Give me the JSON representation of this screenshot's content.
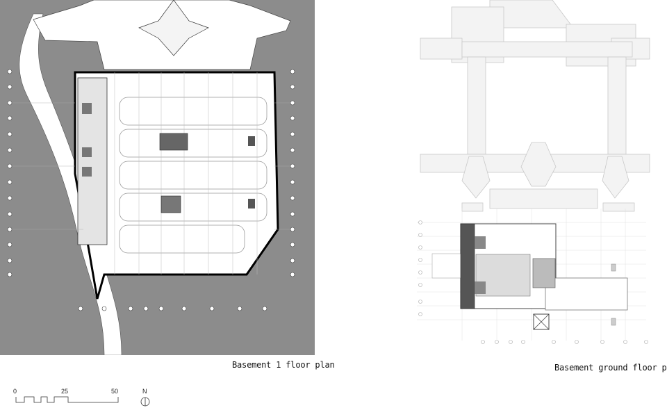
{
  "captions": {
    "left": "Basement 1 floor plan",
    "right": "Basement ground floor plan"
  },
  "scale": {
    "ticks": [
      "0",
      "25",
      "50"
    ],
    "north": "N"
  },
  "colors": {
    "site_fill": "#8c8c8c",
    "plan_fill": "#ffffff",
    "wall": "#000000",
    "faint_line": "#c8c8c8"
  }
}
